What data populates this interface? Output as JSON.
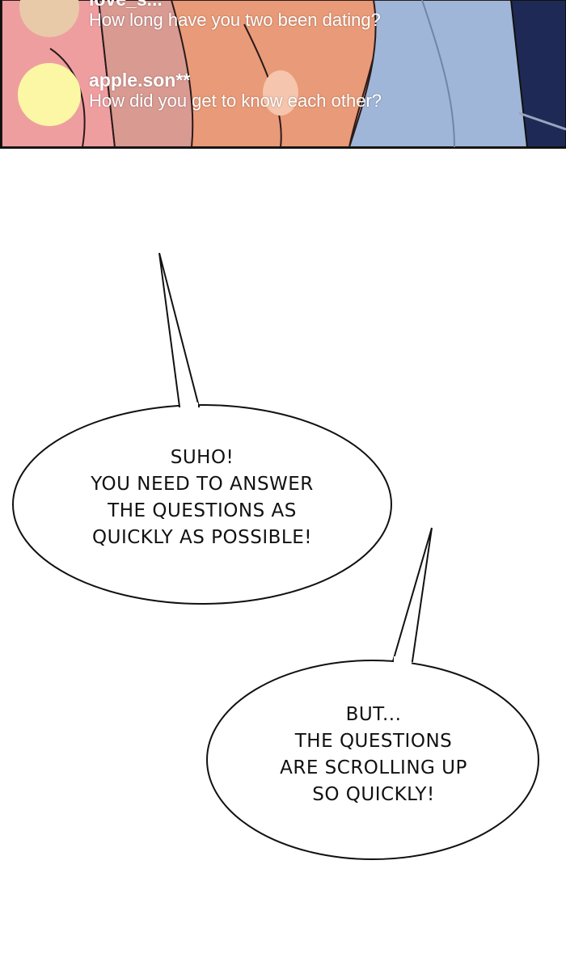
{
  "comments": [
    {
      "user": "love_s...",
      "message": "How long have you two been dating?",
      "avatar_color": "#e8c9a8"
    },
    {
      "user": "apple.son**",
      "message": "How did you get to know each other?",
      "avatar_color": "#fbf7a5"
    }
  ],
  "bubbles": [
    {
      "lines": [
        "SUHO!",
        "YOU NEED TO ANSWER",
        "THE QUESTIONS AS",
        "QUICKLY AS POSSIBLE!"
      ]
    },
    {
      "lines": [
        "BUT...",
        "THE QUESTIONS",
        "ARE SCROLLING UP",
        "SO QUICKLY!"
      ]
    }
  ],
  "colors": {
    "panel_bg": "#e9b39a",
    "shirt_blue": "#9fb6d8",
    "outline": "#111111"
  }
}
